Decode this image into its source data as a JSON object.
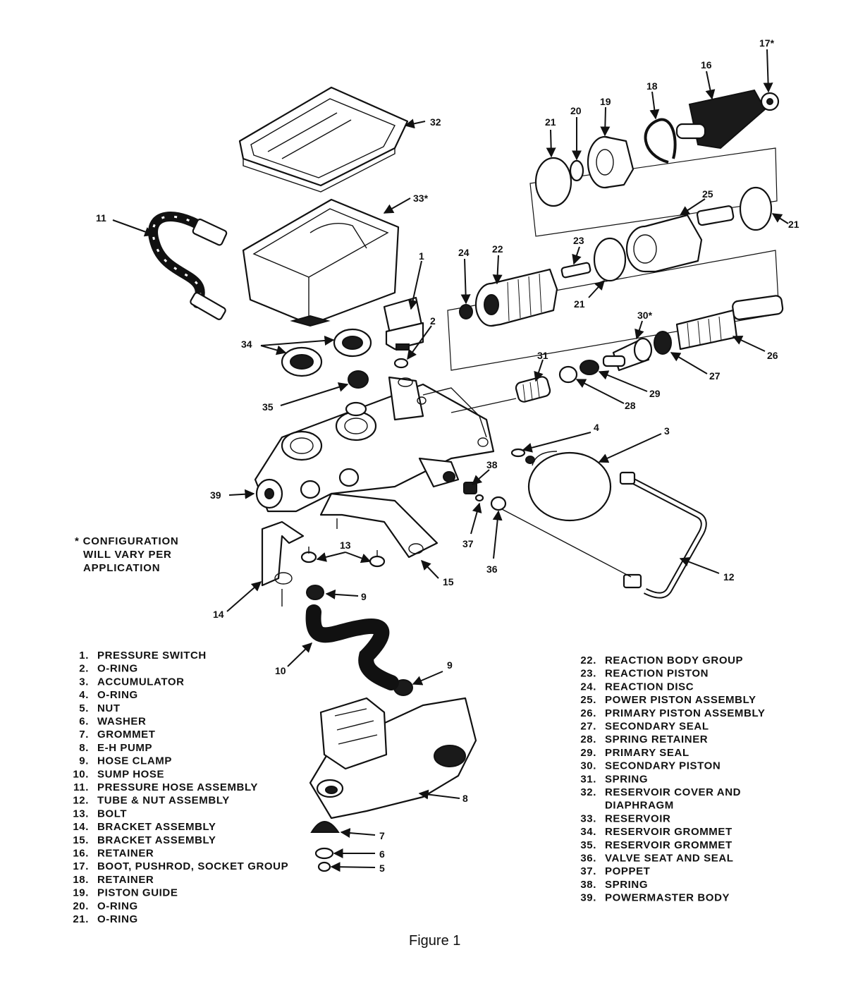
{
  "callouts": {
    "c1": "1",
    "c2": "2",
    "c3": "3",
    "c4": "4",
    "c5": "5",
    "c6": "6",
    "c7": "7",
    "c8": "8",
    "c9a": "9",
    "c9b": "9",
    "c10": "10",
    "c11": "11",
    "c12": "12",
    "c13": "13",
    "c14": "14",
    "c15": "15",
    "c16": "16",
    "c17": "17*",
    "c18": "18",
    "c19": "19",
    "c20": "20",
    "c21a": "21",
    "c21b": "21",
    "c21c": "21",
    "c22": "22",
    "c23": "23",
    "c24": "24",
    "c25": "25",
    "c26": "26",
    "c27": "27",
    "c28": "28",
    "c29": "29",
    "c30": "30*",
    "c31": "31",
    "c32": "32",
    "c33": "33*",
    "c34": "34",
    "c35": "35",
    "c36": "36",
    "c37": "37",
    "c38": "38",
    "c39": "39"
  },
  "note": [
    "* CONFIGURATION",
    "WILL VARY PER",
    "APPLICATION"
  ],
  "legend_left": [
    {
      "num": "1.",
      "text": "PRESSURE SWITCH"
    },
    {
      "num": "2.",
      "text": "O-RING"
    },
    {
      "num": "3.",
      "text": "ACCUMULATOR"
    },
    {
      "num": "4.",
      "text": "O-RING"
    },
    {
      "num": "5.",
      "text": "NUT"
    },
    {
      "num": "6.",
      "text": "WASHER"
    },
    {
      "num": "7.",
      "text": "GROMMET"
    },
    {
      "num": "8.",
      "text": "E-H PUMP"
    },
    {
      "num": "9.",
      "text": "HOSE CLAMP"
    },
    {
      "num": "10.",
      "text": "SUMP HOSE"
    },
    {
      "num": "11.",
      "text": "PRESSURE HOSE ASSEMBLY"
    },
    {
      "num": "12.",
      "text": "TUBE & NUT ASSEMBLY"
    },
    {
      "num": "13.",
      "text": "BOLT"
    },
    {
      "num": "14.",
      "text": "BRACKET ASSEMBLY"
    },
    {
      "num": "15.",
      "text": "BRACKET ASSEMBLY"
    },
    {
      "num": "16.",
      "text": "RETAINER"
    },
    {
      "num": "17.",
      "text": "BOOT, PUSHROD, SOCKET GROUP"
    },
    {
      "num": "18.",
      "text": "RETAINER"
    },
    {
      "num": "19.",
      "text": "PISTON GUIDE"
    },
    {
      "num": "20.",
      "text": "O-RING"
    },
    {
      "num": "21.",
      "text": "O-RING"
    }
  ],
  "legend_right": [
    {
      "num": "22.",
      "text": "REACTION BODY GROUP"
    },
    {
      "num": "23.",
      "text": "REACTION PISTON"
    },
    {
      "num": "24.",
      "text": "REACTION DISC"
    },
    {
      "num": "25.",
      "text": "POWER PISTON ASSEMBLY"
    },
    {
      "num": "26.",
      "text": "PRIMARY PISTON ASSEMBLY"
    },
    {
      "num": "27.",
      "text": "SECONDARY SEAL"
    },
    {
      "num": "28.",
      "text": "SPRING RETAINER"
    },
    {
      "num": "29.",
      "text": "PRIMARY SEAL"
    },
    {
      "num": "30.",
      "text": "SECONDARY PISTON"
    },
    {
      "num": "31.",
      "text": "SPRING"
    },
    {
      "num": "32.",
      "text": "RESERVOIR COVER AND"
    },
    {
      "num": "",
      "text": "DIAPHRAGM"
    },
    {
      "num": "33.",
      "text": "RESERVOIR"
    },
    {
      "num": "34.",
      "text": "RESERVOIR GROMMET"
    },
    {
      "num": "35.",
      "text": "RESERVOIR GROMMET"
    },
    {
      "num": "36.",
      "text": "VALVE SEAT AND SEAL"
    },
    {
      "num": "37.",
      "text": "POPPET"
    },
    {
      "num": "38.",
      "text": "SPRING"
    },
    {
      "num": "39.",
      "text": "POWERMASTER BODY"
    }
  ],
  "caption": "Figure 1"
}
